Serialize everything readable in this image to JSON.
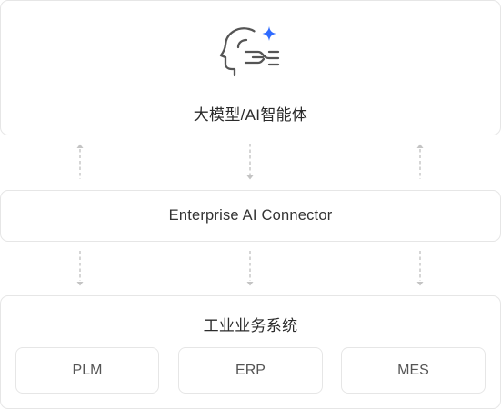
{
  "layers": {
    "model": {
      "title": "大模型/AI智能体",
      "icon": "ai-head-sparkle-icon",
      "sparkle_color": "#2f6bff"
    },
    "connector": {
      "title": "Enterprise AI Connector"
    },
    "systems": {
      "title": "工业业务系统",
      "items": [
        {
          "label": "PLM"
        },
        {
          "label": "ERP"
        },
        {
          "label": "MES"
        }
      ]
    }
  },
  "links": {
    "model_connector": [
      "up",
      "down",
      "up"
    ],
    "connector_systems": [
      "down",
      "down",
      "down"
    ]
  },
  "colors": {
    "border": "#e6e6e6",
    "arrow": "#c4c4c4",
    "text": "#2b2b2b",
    "icon_stroke": "#555555"
  }
}
